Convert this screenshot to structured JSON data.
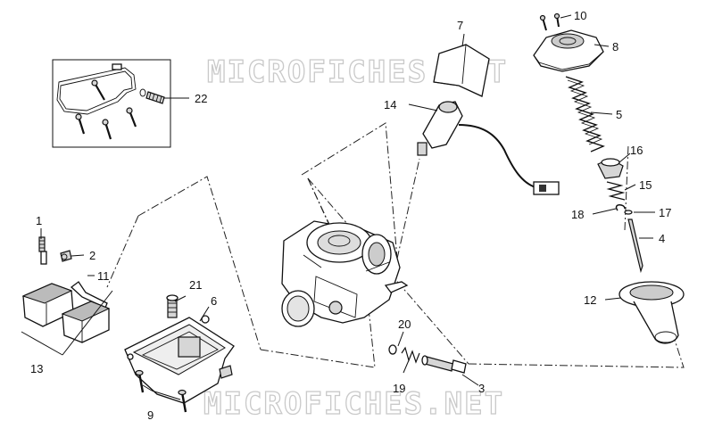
{
  "watermark": {
    "top": "MICROFICHES.NET",
    "bottom": "MICROFICHES.NET"
  },
  "callouts": {
    "c1": "1",
    "c2": "2",
    "c3": "3",
    "c4": "4",
    "c5": "5",
    "c6": "6",
    "c7": "7",
    "c8": "8",
    "c9": "9",
    "c10": "10",
    "c11": "11",
    "c12": "12",
    "c13": "13",
    "c14": "14",
    "c15": "15",
    "c16": "16",
    "c17": "17",
    "c18": "18",
    "c19": "19",
    "c20": "20",
    "c21": "21",
    "c22": "22"
  }
}
